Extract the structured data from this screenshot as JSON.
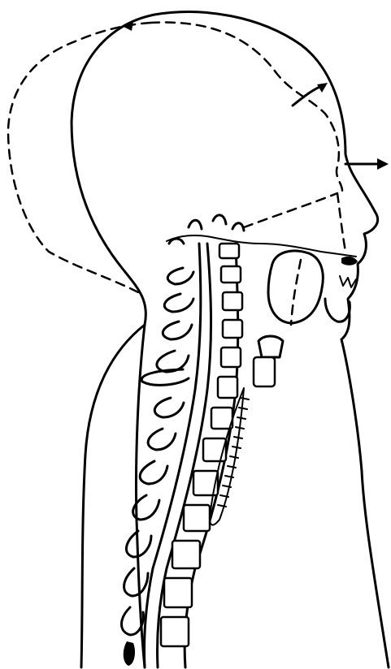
{
  "figure": {
    "subject": "sagittal-head-neck-spine",
    "ink_color": "#000000",
    "background_color": "#ffffff",
    "icons": [
      "head-outline",
      "cervical-spine",
      "larynx",
      "airway-arrows"
    ]
  }
}
